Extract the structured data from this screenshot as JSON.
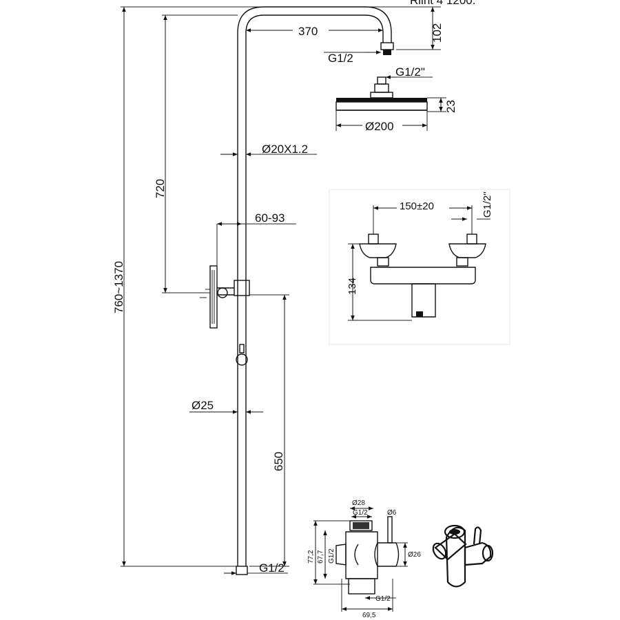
{
  "header_text": "Rlint 4 1200.",
  "main_drawing": {
    "arm_length": "370",
    "arm_height": "102",
    "arm_thread": "G1/2",
    "head_thread": "G1/2\"",
    "head_height": "23",
    "head_diameter": "Ø200",
    "pipe_spec": "Ø20X1.2",
    "upper_height": "720",
    "total_height": "760~1370",
    "wall_offset": "60-93",
    "lower_pipe": "Ø25",
    "lower_height": "650",
    "bottom_thread": "G1/2"
  },
  "mixer_drawing": {
    "centers": "150±20",
    "inlet_thread": "G1/2\"",
    "height": "134"
  },
  "diverter_drawing": {
    "top_diameter": "Ø28",
    "top_thread": "G1/2",
    "pin_diameter": "Ø6",
    "overall_height": "77,2",
    "inner_height": "67,7",
    "side_thread": "G1/2",
    "side_diameter": "Ø26",
    "bottom_thread": "G1/2",
    "width": "69,5"
  }
}
